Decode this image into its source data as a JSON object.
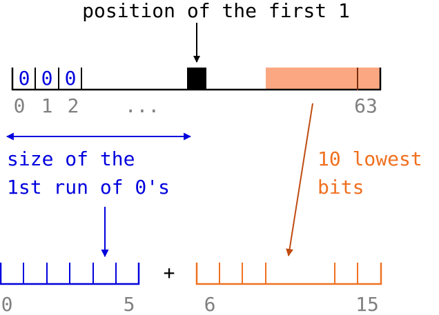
{
  "title": "position of the first 1",
  "top_word": {
    "bits": [
      "0",
      "0",
      "0"
    ],
    "index_labels": [
      "0",
      "1",
      "2"
    ],
    "ellipsis": "...",
    "end_index": "63"
  },
  "left_label": [
    "size of the",
    "1st run of 0's"
  ],
  "right_label": [
    "10 lowest",
    "bits"
  ],
  "plus": "+",
  "bottom_left": {
    "start": "0",
    "end": "5"
  },
  "bottom_right": {
    "start": "6",
    "end": "15"
  },
  "colors": {
    "black": "#000000",
    "blue": "#0000dd",
    "orange": "#f07020",
    "orange_fill": "#fba882",
    "arrow_brown": "#c04a10",
    "gray": "#808080"
  }
}
